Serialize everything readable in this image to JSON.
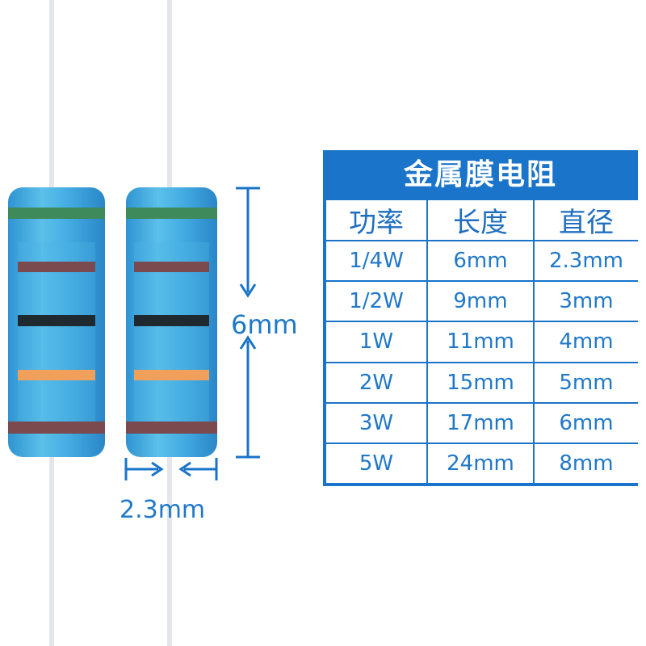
{
  "colors": {
    "accent": "#1a74c9",
    "resistor_body": "#3aa3dc",
    "band_green": "#3e8a5a",
    "band_brown": "#7a4a4f",
    "band_black": "#1e2a30",
    "band_orange": "#f0a05a",
    "lead": "#e3e6ea"
  },
  "resistor": {
    "band_order": [
      "green",
      "brown",
      "black",
      "orange",
      "brown"
    ]
  },
  "dimensions": {
    "length_label": "6mm",
    "diameter_label": "2.3mm"
  },
  "table": {
    "title": "金属膜电阻",
    "headers": [
      "功率",
      "长度",
      "直径"
    ],
    "rows": [
      [
        "1/4W",
        "6mm",
        "2.3mm"
      ],
      [
        "1/2W",
        "9mm",
        "3mm"
      ],
      [
        "1W",
        "11mm",
        "4mm"
      ],
      [
        "2W",
        "15mm",
        "5mm"
      ],
      [
        "3W",
        "17mm",
        "6mm"
      ],
      [
        "5W",
        "24mm",
        "8mm"
      ]
    ]
  }
}
